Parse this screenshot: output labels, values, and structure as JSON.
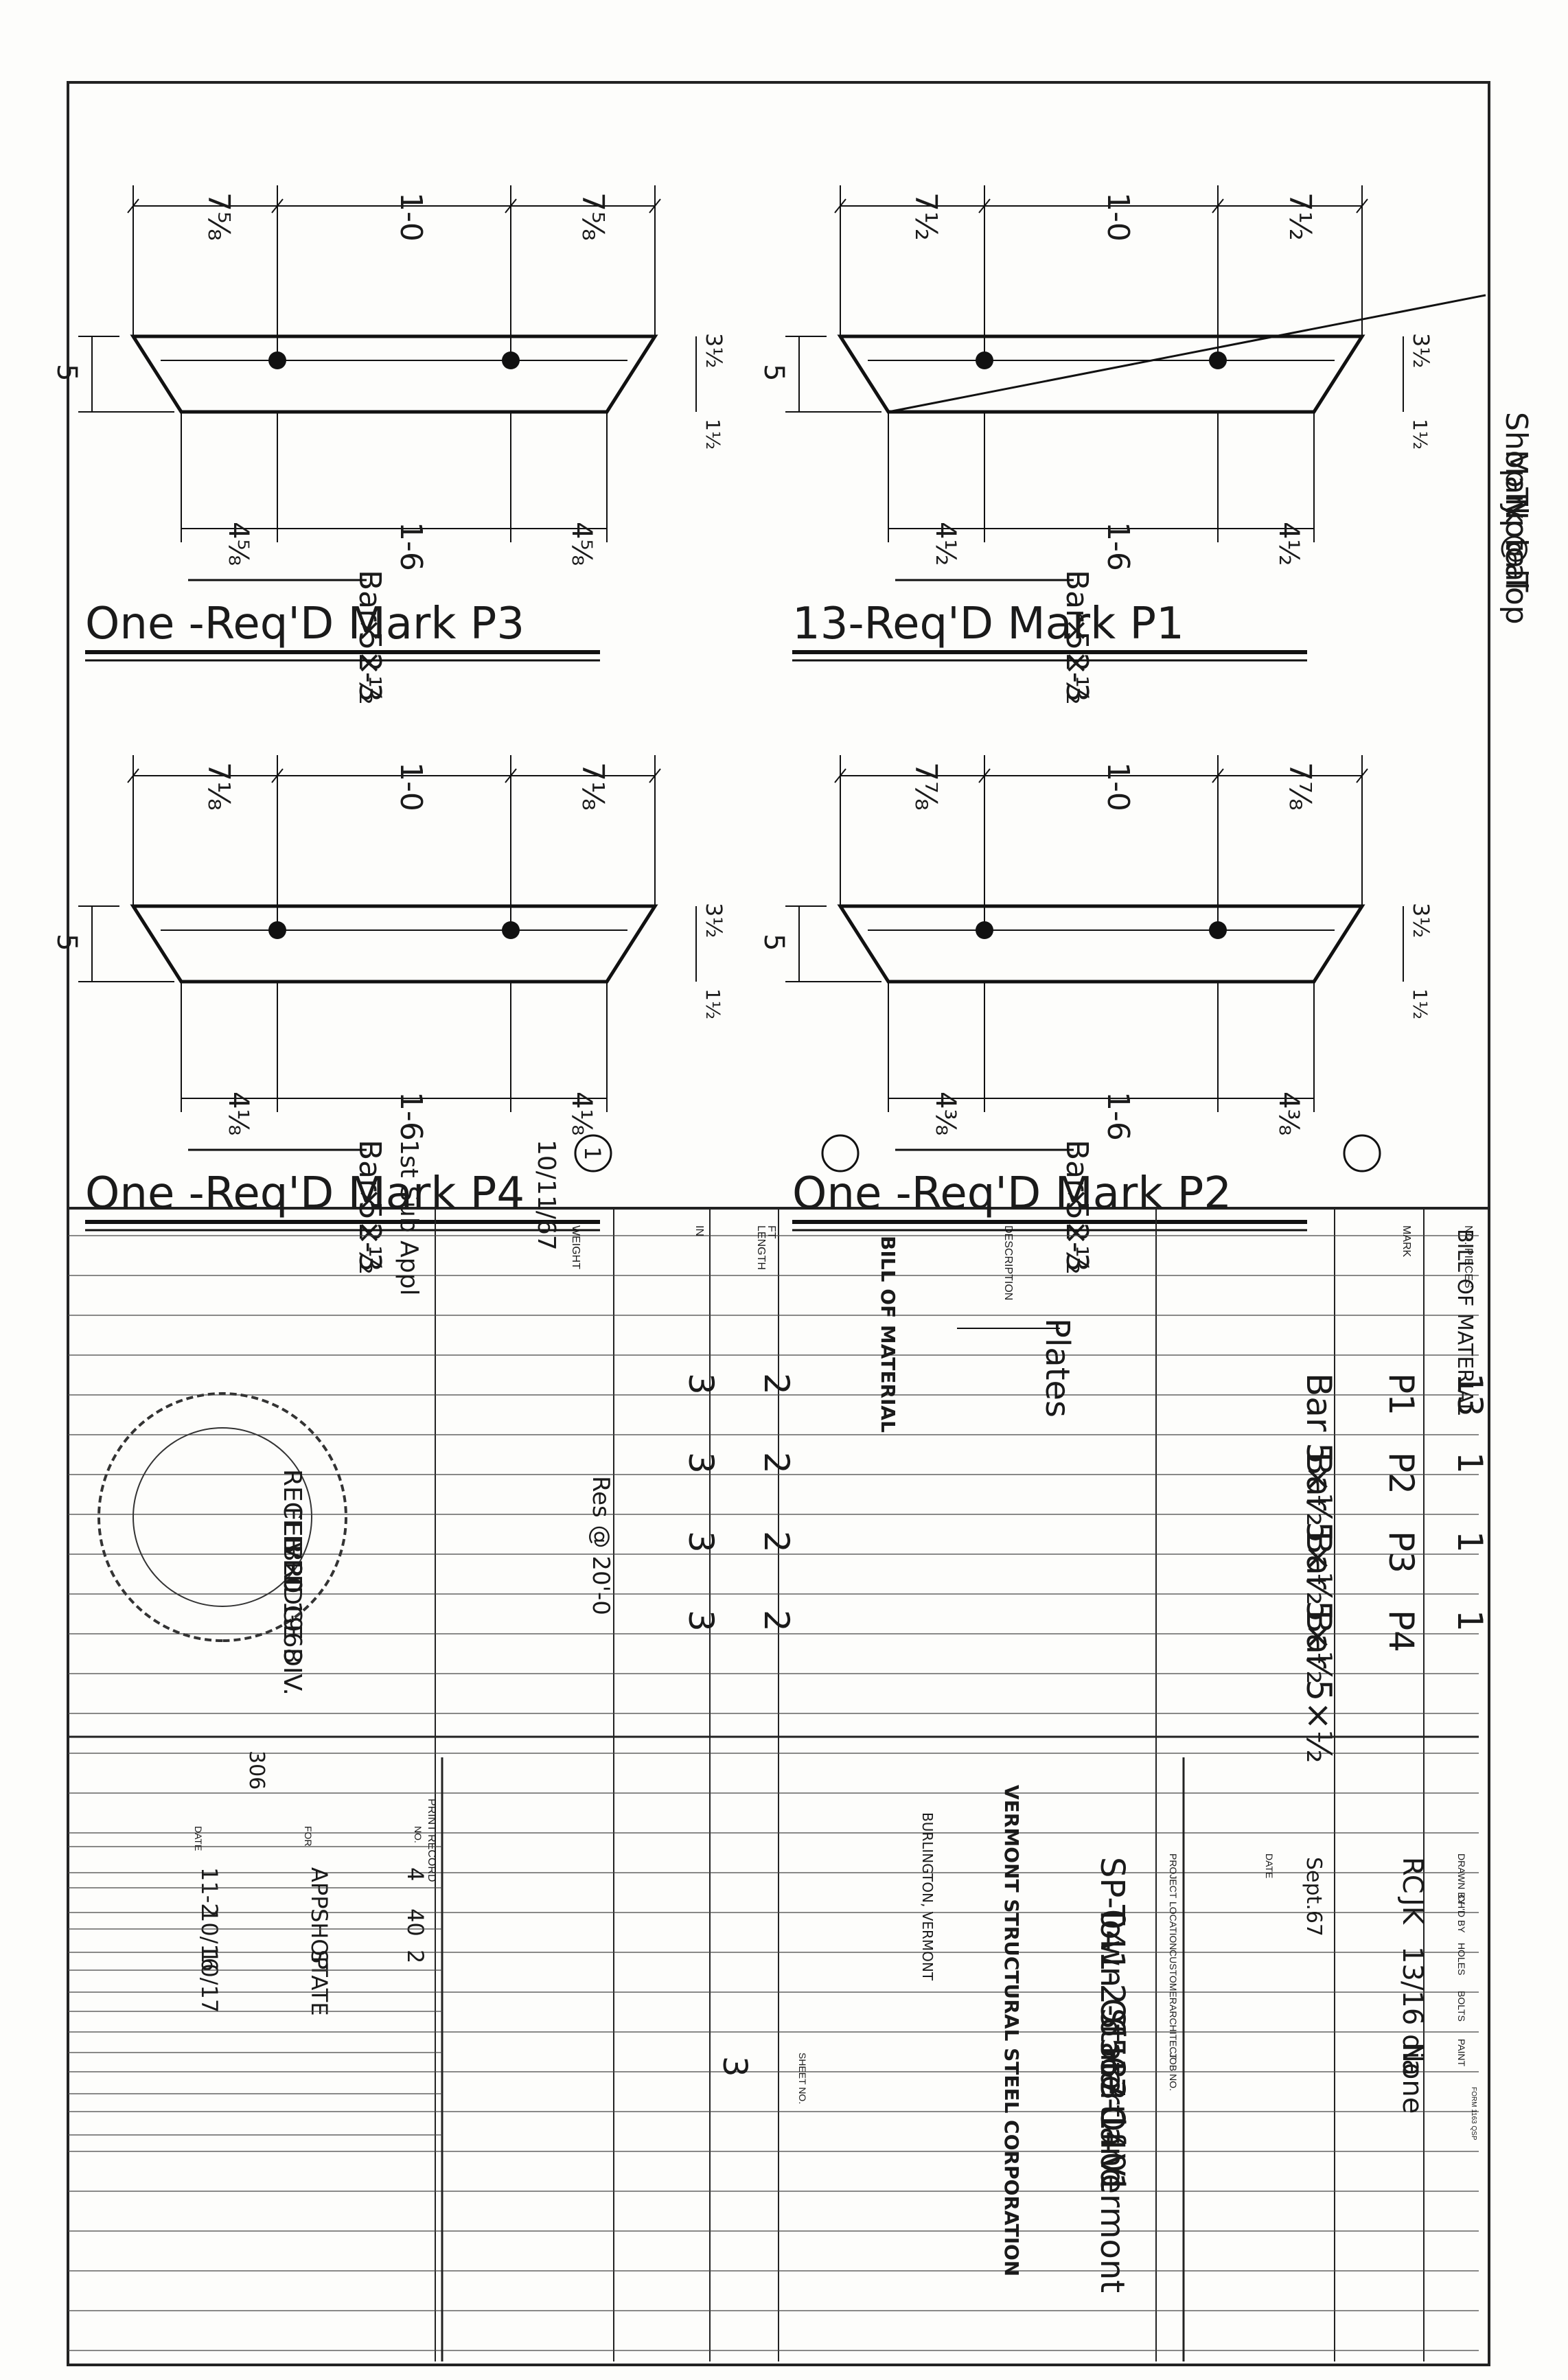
{
  "drawings": [
    {
      "title": "13-Req'D Mark P1",
      "dim_top_left": "7½",
      "dim_top_mid": "1-0",
      "dim_top_right": "7½",
      "dim_height": "5",
      "dim_hole_offset": "3½",
      "dim_hole_offset_b": "1½",
      "dim_bot_left": "4½",
      "dim_bot_mid": "1-6",
      "dim_bot_right": "4½",
      "material_line1": "Bar 5×½",
      "material_line2": "× 2-3",
      "note": [
        "Shop Notal",
        "Mark @ Top",
        "Typical"
      ]
    },
    {
      "title": "One -Req'D Mark P2",
      "dim_top_left": "7⅞",
      "dim_top_mid": "1-0",
      "dim_top_right": "7⅞",
      "dim_height": "5",
      "dim_hole_offset": "3½",
      "dim_hole_offset_b": "1½",
      "dim_bot_left": "4⅜",
      "dim_bot_mid": "1-6",
      "dim_bot_right": "4⅜",
      "material_line1": "Bar 5×½",
      "material_line2": "× 2-3"
    },
    {
      "title": "One -Req'D Mark P3",
      "dim_top_left": "7⅝",
      "dim_top_mid": "1-0",
      "dim_top_right": "7⅝",
      "dim_height": "5",
      "dim_hole_offset": "3½",
      "dim_hole_offset_b": "1½",
      "dim_bot_left": "4⅝",
      "dim_bot_mid": "1-6",
      "dim_bot_right": "4⅝",
      "material_line1": "Bar 5×½",
      "material_line2": "× 2-3"
    },
    {
      "title": "One -Req'D Mark P4",
      "dim_top_left": "7⅛",
      "dim_top_mid": "1-0",
      "dim_top_right": "7⅛",
      "dim_height": "5",
      "dim_hole_offset": "3½",
      "dim_hole_offset_b": "1½",
      "dim_bot_left": "4⅛",
      "dim_bot_mid": "1-6",
      "dim_bot_right": "4⅛",
      "material_line1": "Bar 5×½",
      "material_line2": "× 2-3"
    }
  ],
  "revision": {
    "marker": "1",
    "date": "10/11/67",
    "note": "1st Sub Appl"
  },
  "bill_of_material": {
    "title": "BILL OF MATERIAL",
    "columns": {
      "pieces": "NO. PIECES",
      "mark": "MARK",
      "description": "DESCRIPTION",
      "length": "LENGTH",
      "ft": "FT",
      "in": "IN",
      "weight": "WEIGHT"
    },
    "heading": "Plates",
    "rows": [
      {
        "pieces": "13",
        "mark": "P1",
        "description": "Bar 5×½",
        "ft": "2",
        "in": "3"
      },
      {
        "pieces": "1",
        "mark": "P2",
        "description": "Bar 5×½",
        "ft": "2",
        "in": "3"
      },
      {
        "pieces": "1",
        "mark": "P3",
        "description": "Bar 5×½",
        "ft": "2",
        "in": "3"
      },
      {
        "pieces": "1",
        "mark": "P4",
        "description": "Bar 5×½",
        "ft": "2",
        "in": "3"
      }
    ],
    "note": "Res @ 20'-0",
    "weight_total": "306"
  },
  "title_block": {
    "company": "VERMONT STRUCTURAL STEEL CORPORATION",
    "city": "BURLINGTON, VERMONT",
    "drawn_by_label": "DRAWN BY",
    "drawn_by": "RC",
    "date_label": "DATE",
    "date": "Sept.67",
    "checked_by_label": "CH'D BY",
    "checked_by": "JK",
    "holes_label": "HOLES",
    "holes": "13/16 dia",
    "bolts_label": "BOLTS",
    "bolts": "",
    "paint_label": "PAINT",
    "paint": "None",
    "project_label": "PROJECT",
    "project": "SP-041-2-6533",
    "location_label": "LOCATION",
    "location": "Town Of Hartland",
    "customer_label": "CUSTOMER",
    "customer": "",
    "architect_label": "ARCHITECT",
    "architect": "State Of Vermont",
    "job_label": "JOB NO.",
    "job": "67-1401",
    "sheet_label": "SHEET NO.",
    "sheet": "3",
    "form_code": "FORM 1163 QSP"
  },
  "print_record": {
    "title": "PRINT RECORD",
    "columns": [
      "NO.",
      "FOR",
      "DATE"
    ],
    "rows": [
      {
        "no": "4",
        "for": "APP",
        "date": "11-2"
      },
      {
        "no": "40",
        "for": "SHOP",
        "date": "10/16"
      },
      {
        "no": "2",
        "for": "STATE",
        "date": "10/17"
      }
    ]
  },
  "stamp": {
    "lines": [
      "RECEIVED",
      "FEB 20 1968",
      "BRIDGE DIV."
    ]
  }
}
